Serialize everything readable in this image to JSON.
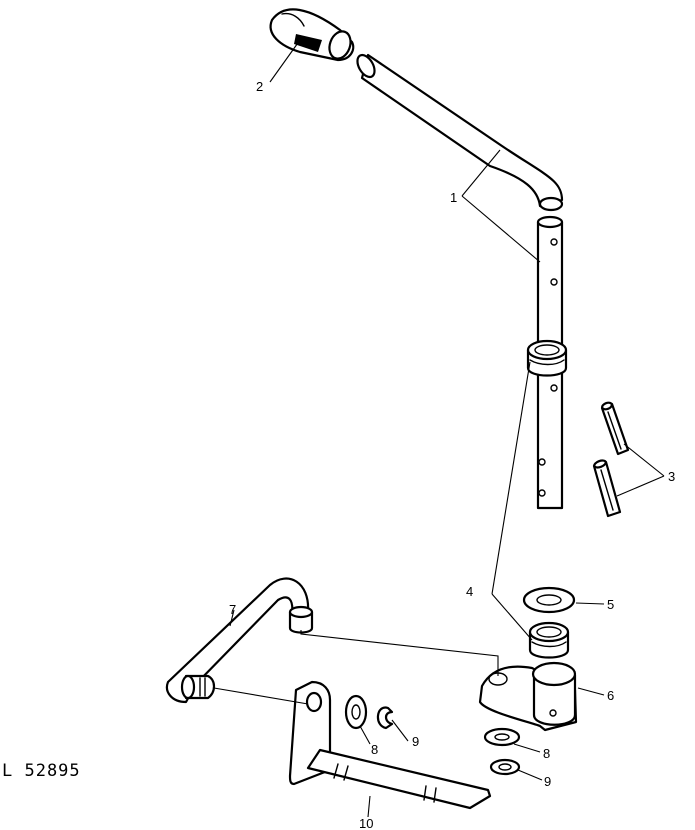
{
  "figure_code": "L 52895",
  "callouts": {
    "c1": "1",
    "c2": "2",
    "c3": "3",
    "c4": "4",
    "c5": "5",
    "c6": "6",
    "c7": "7",
    "c8a": "8",
    "c8b": "8",
    "c9a": "9",
    "c9b": "9",
    "c10": "10"
  },
  "colors": {
    "line": "#000000",
    "background": "#ffffff"
  }
}
